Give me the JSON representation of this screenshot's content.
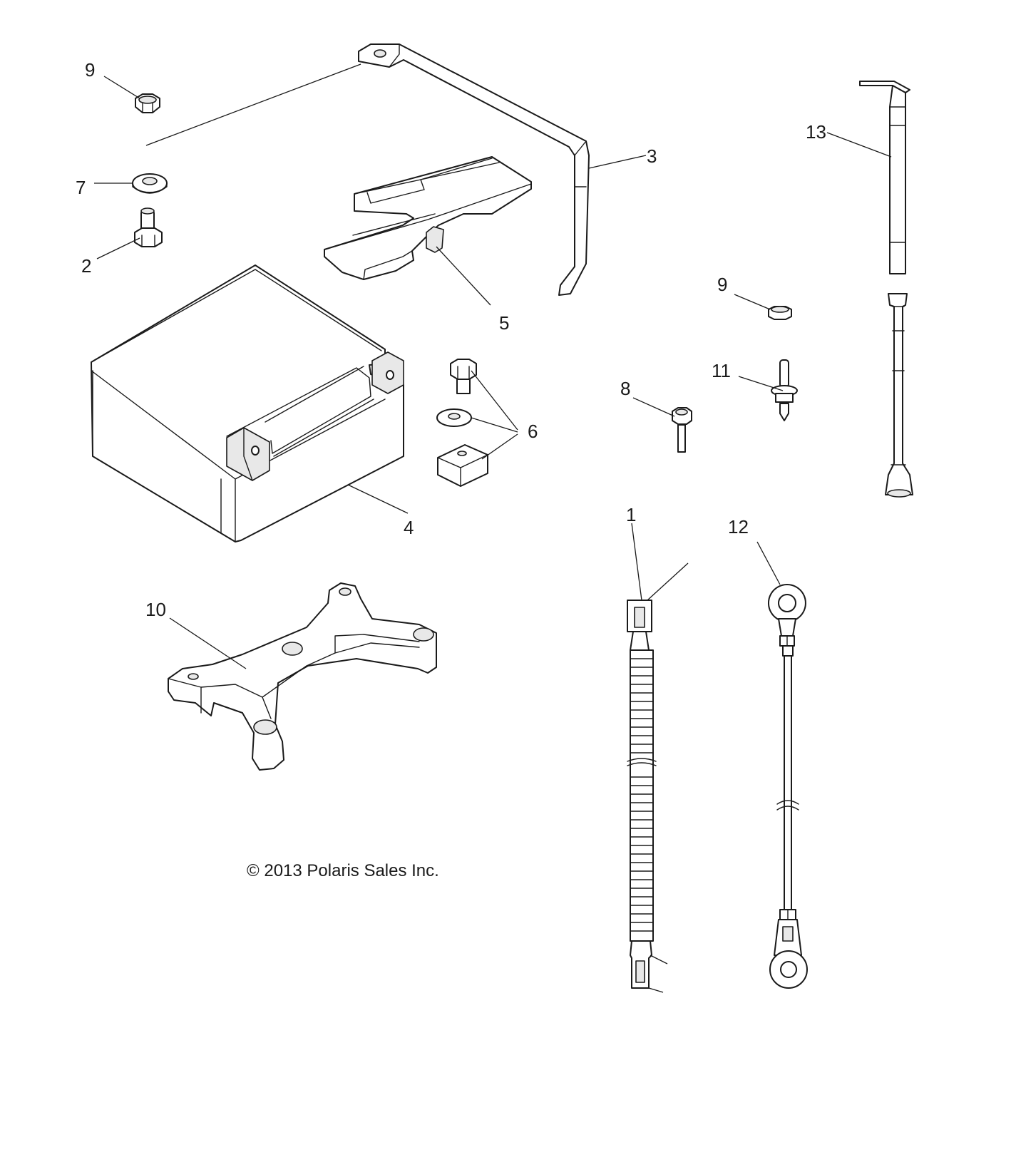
{
  "callouts": {
    "c1": "1",
    "c2": "2",
    "c3": "3",
    "c4": "4",
    "c5": "5",
    "c6": "6",
    "c7": "7",
    "c8": "8",
    "c9a": "9",
    "c9b": "9",
    "c10": "10",
    "c11": "11",
    "c12": "12",
    "c13": "13"
  },
  "copyright": "© 2013 Polaris Sales Inc."
}
